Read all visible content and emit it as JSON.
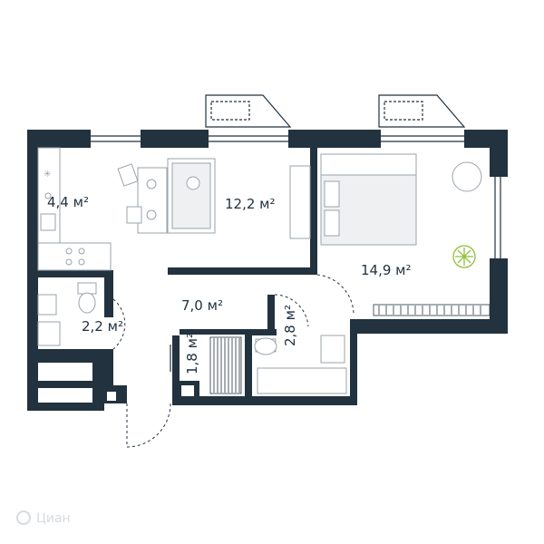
{
  "floorplan": {
    "rooms": [
      {
        "id": "kitchen",
        "area": "4,4 м²"
      },
      {
        "id": "living",
        "area": "12,2 м²"
      },
      {
        "id": "bedroom",
        "area": "14,9 м²"
      },
      {
        "id": "hall",
        "area": "7,0 м²"
      },
      {
        "id": "wc",
        "area": "2,2 м²"
      },
      {
        "id": "storage",
        "area": "1,8 м²"
      },
      {
        "id": "bathroom",
        "area": "2,8 м²"
      }
    ],
    "colors": {
      "wall": "#22323f",
      "furniture": "#9aa3ab",
      "plant": "#8fbf3a",
      "watermark": "#d7dbdf"
    },
    "watermark": {
      "icon": "watermark-logo-icon",
      "text": "Циан"
    }
  }
}
